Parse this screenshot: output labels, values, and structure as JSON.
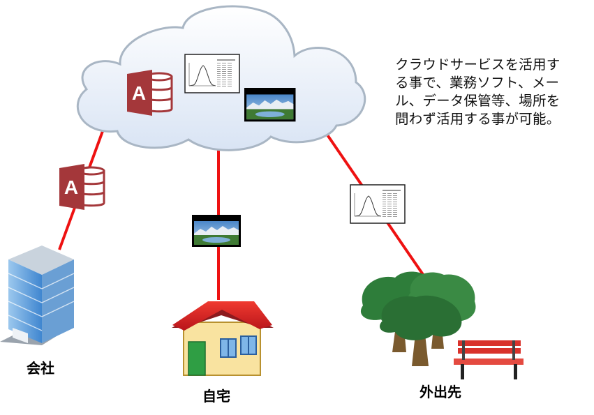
{
  "description": {
    "lines": [
      "クラウドサービスを活用す",
      "る事で、業務ソフト、メー",
      "ル、データ保管等、場所を",
      "問わず活用する事が可能。"
    ]
  },
  "locations": {
    "office": "会社",
    "home": "自宅",
    "outside": "外出先"
  },
  "icons": {
    "access_letter": "A"
  },
  "colors": {
    "connection": "#ee1111",
    "cloud_fill": "#e6eef9",
    "cloud_stroke": "#a9b6c4",
    "access_red": "#a4373a",
    "roof": "#d81f24",
    "house_wall": "#f9e3a0",
    "door": "#2f9e44",
    "tree": "#2e7d3a",
    "bench": "#d9322b"
  }
}
